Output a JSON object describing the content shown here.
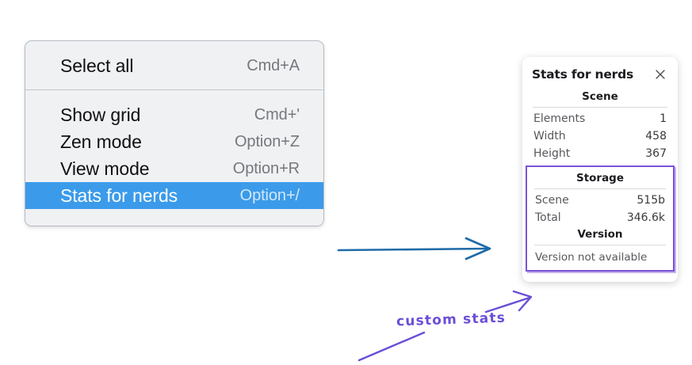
{
  "colors": {
    "menu_background": "#f0f1f3",
    "menu_border": "#b4bcc4",
    "menu_selected": "#3b9bea",
    "panel_background": "#ffffff",
    "annotation_purple": "#6b4ed8",
    "highlight_box_purple": "#7a52d6",
    "arrow_blue": "#1f6ba8",
    "label_gray": "#58585e",
    "shortcut_gray": "#75787d"
  },
  "context_menu": {
    "groups": [
      {
        "items": [
          {
            "label": "Select all",
            "shortcut": "Cmd+A",
            "selected": false
          }
        ]
      },
      {
        "items": [
          {
            "label": "Show grid",
            "shortcut": "Cmd+'",
            "selected": false
          },
          {
            "label": "Zen mode",
            "shortcut": "Option+Z",
            "selected": false
          },
          {
            "label": "View mode",
            "shortcut": "Option+R",
            "selected": false
          },
          {
            "label": "Stats for nerds",
            "shortcut": "Option+/",
            "selected": true
          }
        ]
      }
    ]
  },
  "stats_panel": {
    "title": "Stats for nerds",
    "close_icon": "close-icon",
    "sections": [
      {
        "heading": "Scene",
        "rows": [
          {
            "label": "Elements",
            "value": "1"
          },
          {
            "label": "Width",
            "value": "458"
          },
          {
            "label": "Height",
            "value": "367"
          }
        ]
      },
      {
        "heading": "Storage",
        "rows": [
          {
            "label": "Scene",
            "value": "515b"
          },
          {
            "label": "Total",
            "value": "346.6k"
          }
        ]
      },
      {
        "heading": "Version",
        "text": "Version not available"
      }
    ]
  },
  "annotations": {
    "custom_stats_label": "custom stats",
    "blue_arrow": "arrow-right-icon",
    "purple_arrow": "arrow-up-right-icon",
    "purple_underline": "underline-stroke-icon"
  }
}
